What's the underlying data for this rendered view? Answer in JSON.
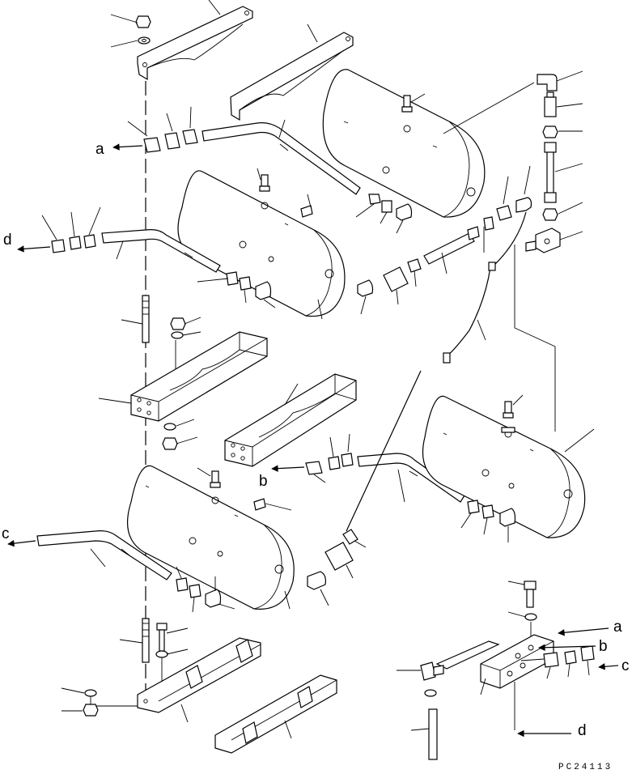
{
  "callouts": {
    "a_left": "a",
    "d_left": "d",
    "b_mid": "b",
    "c_left": "c",
    "a_right": "a",
    "b_right": "b",
    "c_right": "c",
    "d_right": "d"
  },
  "drawing_code": "PC24113"
}
